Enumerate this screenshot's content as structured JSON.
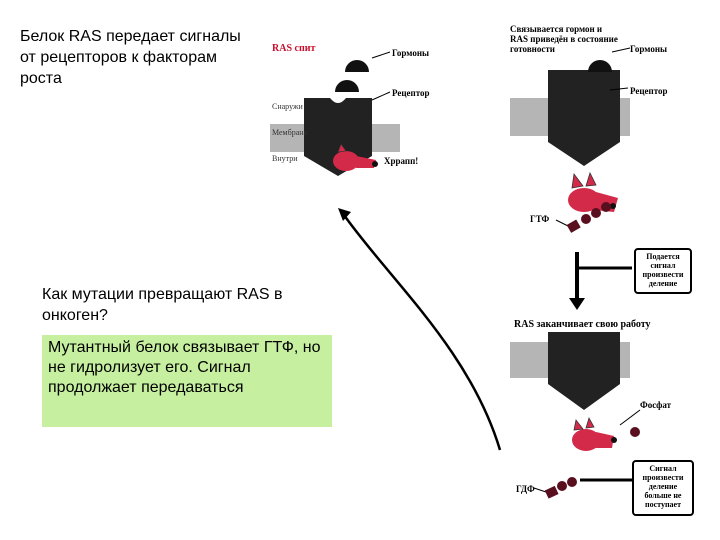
{
  "slide": {
    "title": "Белок RAS передает сигналы от рецепторов к факторам роста",
    "question": "Как мутации превращают RAS в онкоген?",
    "answer": "Мутантный белок связывает ГТФ, но не гидролизует его. Сигнал продолжает передаваться"
  },
  "panel1": {
    "heading": "RAS спит",
    "hormones": "Гормоны",
    "receptor": "Рецептор",
    "outside": "Снаружи",
    "membrane": "Мембрана",
    "inside": "Внутри",
    "snore": "Хррапп!"
  },
  "panel2": {
    "heading": "Связывается гормон и RAS приведён в состояние готовности",
    "hormones": "Гормоны",
    "receptor": "Рецептор",
    "gtp": "ГТФ",
    "callout": "Подается сигнал произвести деление"
  },
  "panel3": {
    "heading": "RAS заканчивает свою работу",
    "phosphate": "Фосфат",
    "gdp": "ГДФ",
    "callout": "Сигнал произвести деление больше не поступает"
  },
  "colors": {
    "ras_red": "#d42a4a",
    "membrane_gray": "#b5b5b5",
    "receptor_black": "#222222",
    "answer_green": "#c6f0a0"
  }
}
